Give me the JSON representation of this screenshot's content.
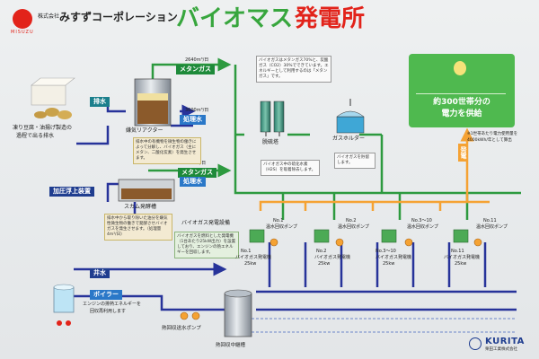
{
  "header": {
    "brand_small": "株式会社",
    "brand_sub": "MISUZU",
    "company": "みすずコーポレーション",
    "title_part1": "バイオマス",
    "title_part2": "発電所"
  },
  "source": {
    "label_line1": "凍り豆腐・油揚げ製造の",
    "label_line2": "過程で出る排水"
  },
  "tags": {
    "wastewater": "排水",
    "methane_top": "メタンガス",
    "treated_water": "処理水",
    "methane_mid": "メタンガス",
    "treated_water2": "処理水",
    "dissolved_air": "加圧浮上装置",
    "well_water": "井水",
    "boiler": "ボイラー"
  },
  "flows": {
    "methane_top": "2640m³/日",
    "treated_water": "3600m³/日",
    "methane_mid": "200m³/日"
  },
  "equipment": {
    "reactor": "嫌気リアクター",
    "scum": "スカム発酵槽",
    "desulfurizer": "脱硫塔",
    "gas_holder": "ガスホルダー",
    "power_equipment": "バイオガス発電設備",
    "heat_tank": "熱回収中継槽",
    "heat_pump": "熱回収送水ポンプ",
    "engine_line1": "エンジンの排熱エネルギーを",
    "engine_line2": "回収再利用します"
  },
  "notes": {
    "reactor_note": "排水中の有機物を微生物の働きによって分解し、バイオガス（主にメタン、二酸化炭素）を発生させます。",
    "scum_note": "排水中から取り除いた油分を嫌気性微生物の働きで発酵させバイオガスを発生させます。（処理量4m³/日）",
    "methane_note": "バイオガスはメタンガス70%と、炭酸ガス（CO2）30%でできています。エネルギーとして利用するのは「メタンガス」です。",
    "h2s_note": "バイオガス中の硫化水素（H2S）を吸着除去します。",
    "holder_note": "バイオガスを貯留します。",
    "engine_note": "バイオガスを燃料とした発電機（1台あたり25kW出力）を設置しており、エンジンの熱エネルギーを回収します。"
  },
  "units": [
    {
      "no": "No.1",
      "name": "バイオガス発電機",
      "pump": "温水回収ポンプ",
      "kw": "25kw"
    },
    {
      "no": "No.2",
      "name": "バイオガス発電機",
      "pump": "温水回収ポンプ",
      "kw": "25kw"
    },
    {
      "no": "No.3〜10",
      "name": "バイオガス発電機",
      "pump": "温水回収ポンプ",
      "kw": "25kw"
    },
    {
      "no": "No.11",
      "name": "バイオガス発電機",
      "pump": "温水回収ポンプ",
      "kw": "25kw"
    }
  ],
  "power": {
    "claim_line1": "約300世帯分の",
    "claim_line2": "電力を供給",
    "generation": "発電",
    "note_line1": "※1世帯あたり電力使用量を",
    "note_line2": "4000kWh/年として算出"
  },
  "footer": {
    "brand": "KURITA",
    "brand_sub": "栗田工業株式会社"
  },
  "colors": {
    "green_pipe": "#2d9a3f",
    "blue_pipe": "#27339a",
    "orange_pipe": "#f5a233",
    "title_green": "#37a63d",
    "title_red": "#e2231a",
    "panel_green": "#4fb94f"
  },
  "icons": {
    "logo": "misuzu-logo-icon",
    "house": "house-icon",
    "bulb": "lightbulb-icon",
    "pump": "pump-icon"
  }
}
